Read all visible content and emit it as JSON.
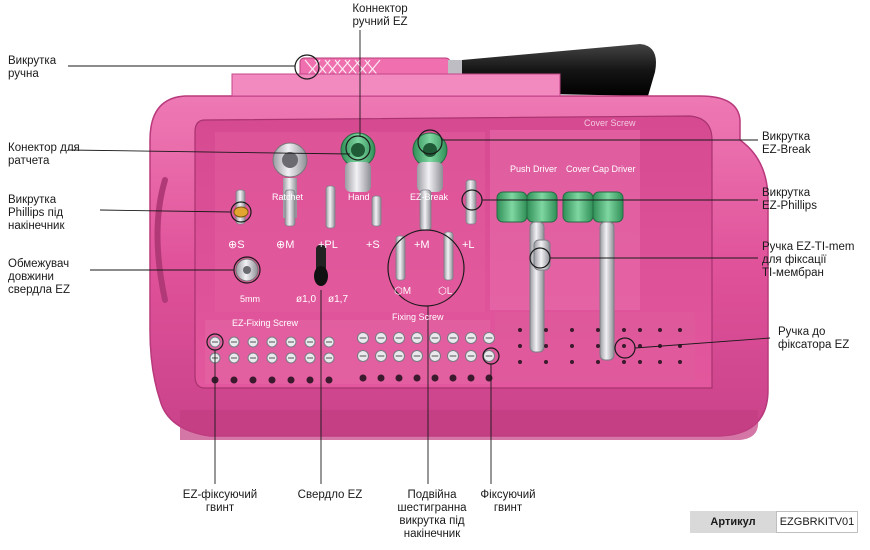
{
  "callouts": {
    "connector_manual_ez": "Коннектор\nручний EZ",
    "screwdriver_manual": "Викрутка\nручна",
    "ratchet_connector": "Конектор для\nратчета",
    "phillips_tip_screwdriver": "Викрутка\nPhillips під\nнакінечник",
    "drill_length_limiter": "Обмежувач\nдовжини\nсвердла EZ",
    "ez_break_screwdriver": "Викрутка\nEZ-Break",
    "ez_phillips_screwdriver": "Викрутка\nEZ-Phillips",
    "ez_ti_mem_handle": "Ручка EZ-TI-mem\nдля фіксації\nTI-мембран",
    "ez_fixator_handle": "Ручка до\nфіксатора EZ",
    "ez_fixing_screw": "EZ-фіксуючий\nгвинт",
    "ez_drill": "Свердло EZ",
    "double_hex_tip": "Подвійна\nшестигранна\nвикрутка під\nнакінечник",
    "fixing_screw": "Фіксуючий\nгвинт"
  },
  "tray_labels": {
    "ratchet": "Ratchet",
    "hand": "Hand",
    "ez_break": "EZ-Break",
    "push_driver": "Push\nDriver",
    "cover_cap_driver": "Cover Cap\nDriver",
    "cover_screw": "Cover\nScrew",
    "sym_s": "⊕S",
    "sym_m": "⊕M",
    "sym_pl": "+PL",
    "sym_plus_s": "+S",
    "sym_plus_m": "+M",
    "sym_plus_l": "+L",
    "size_5mm": "5mm",
    "drill_10": "ø1,0",
    "drill_17": "ø1,7",
    "hex_m": "⬡M",
    "hex_l": "⬡L",
    "ez_fixing_screw": "EZ-Fixing Screw",
    "fixing_screw": "Fixing Screw"
  },
  "article": {
    "label": "Артикул",
    "value": "EZGBRKITV01"
  },
  "colors": {
    "tray_pink": "#e0529a",
    "tray_dark": "#c23d82",
    "tray_light": "#ef7fb8",
    "green_connector": "#4db67a",
    "steel": "#cfcfd4",
    "handle_black": "#1b1b1b"
  }
}
